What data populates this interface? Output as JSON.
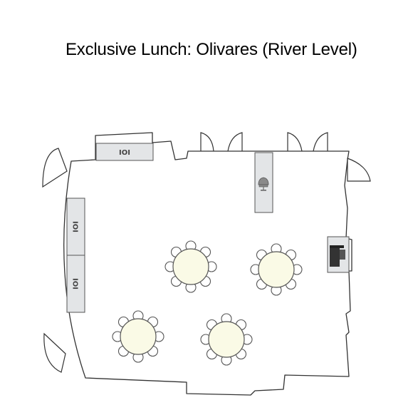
{
  "title": "Exclusive Lunch: Olivares (River Level)",
  "colors": {
    "background": "#ffffff",
    "wall": "#333333",
    "station_fill": "#e3e5e7",
    "table_fill": "#fafae6",
    "chair_fill": "#ffffff"
  },
  "stations": {
    "buffet_label": "IOI",
    "coffee_icon": "coffee-urn-icon",
    "podium_icon": "podium-icon"
  },
  "round_tables": {
    "count": 4,
    "chairs_per_table": 8
  }
}
